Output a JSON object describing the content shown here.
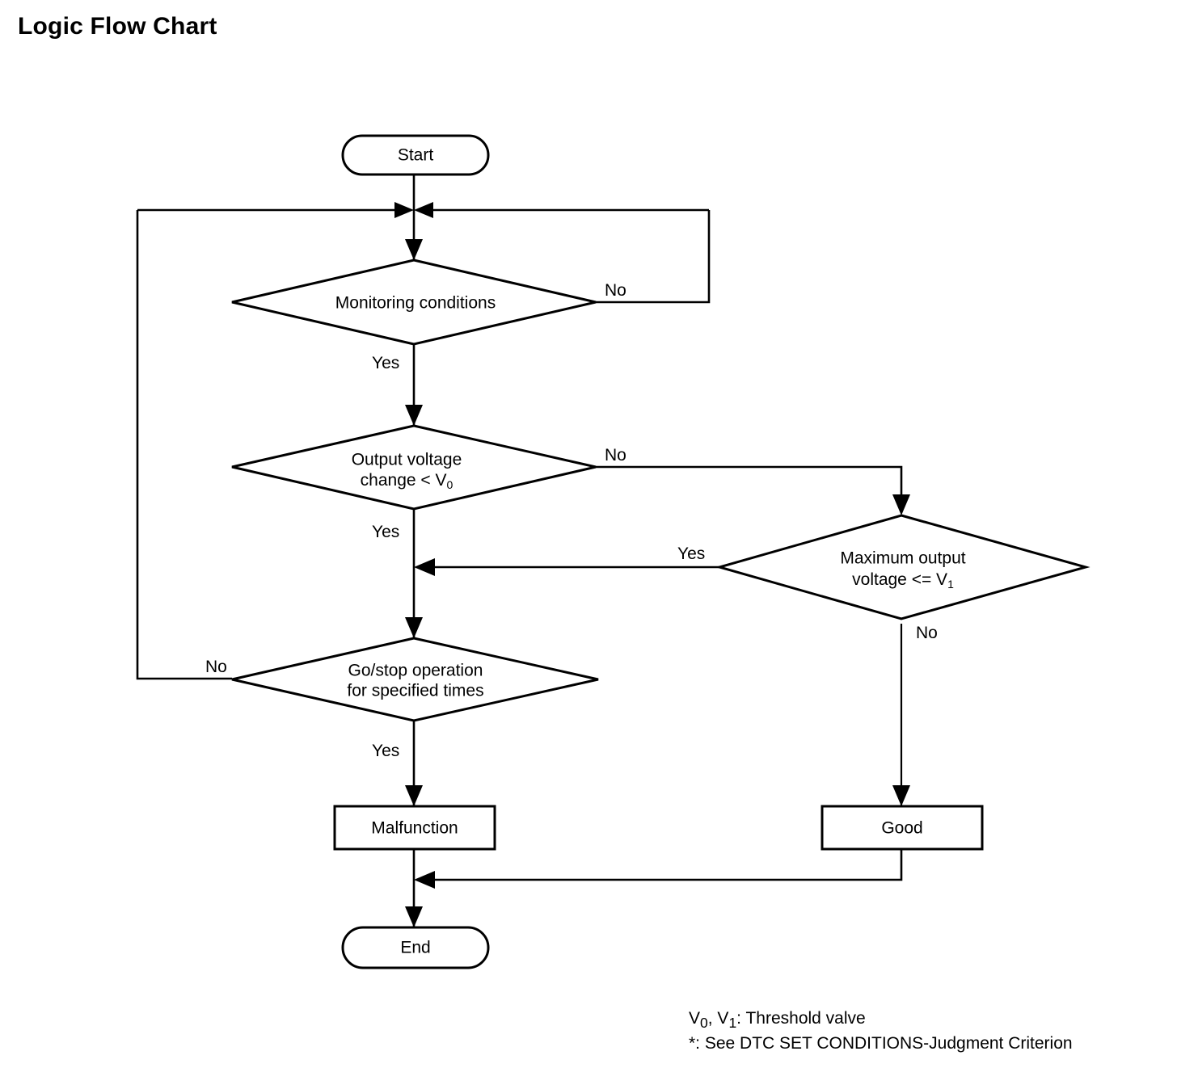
{
  "title": "Logic Flow Chart",
  "chart_data": {
    "type": "diagram",
    "diagram_kind": "flowchart",
    "title": "Logic Flow Chart",
    "orientation": "top-to-bottom",
    "nodes": [
      {
        "id": "start",
        "shape": "terminator",
        "label": "Start"
      },
      {
        "id": "monitor",
        "shape": "decision",
        "label": "Monitoring conditions"
      },
      {
        "id": "outvolt",
        "shape": "decision",
        "label_line1": "Output voltage",
        "label_line2_pre": "change < V",
        "label_line2_sub": "0"
      },
      {
        "id": "maxvolt",
        "shape": "decision",
        "label_line1": "Maximum output",
        "label_line2_pre": "voltage <= V",
        "label_line2_sub": "1"
      },
      {
        "id": "gostop",
        "shape": "decision",
        "label_line1": "Go/stop operation",
        "label_line2": "for specified times"
      },
      {
        "id": "malfunc",
        "shape": "process",
        "label": "Malfunction"
      },
      {
        "id": "good",
        "shape": "process",
        "label": "Good"
      },
      {
        "id": "end",
        "shape": "terminator",
        "label": "End"
      }
    ],
    "edges": [
      {
        "from": "start",
        "to": "monitor",
        "label": ""
      },
      {
        "from": "monitor",
        "to": "outvolt",
        "label": "Yes"
      },
      {
        "from": "monitor",
        "to": "merge",
        "label": "No"
      },
      {
        "from": "outvolt",
        "to": "gostop",
        "label": "Yes"
      },
      {
        "from": "outvolt",
        "to": "maxvolt",
        "label": "No"
      },
      {
        "from": "maxvolt",
        "to": "gostop",
        "label": "Yes"
      },
      {
        "from": "maxvolt",
        "to": "good",
        "label": "No"
      },
      {
        "from": "gostop",
        "to": "malfunc",
        "label": "Yes"
      },
      {
        "from": "gostop",
        "to": "merge",
        "label": "No"
      },
      {
        "from": "malfunc",
        "to": "end",
        "label": ""
      },
      {
        "from": "good",
        "to": "end",
        "label": ""
      }
    ]
  },
  "nodes": {
    "start": {
      "label": "Start"
    },
    "monitor": {
      "label": "Monitoring conditions"
    },
    "outvolt": {
      "line1": "Output voltage",
      "line2_pre": "change < V",
      "line2_sub": "0"
    },
    "maxvolt": {
      "line1": "Maximum output",
      "line2_pre": "voltage <= V",
      "line2_sub": "1"
    },
    "gostop": {
      "line1": "Go/stop operation",
      "line2": "for specified times"
    },
    "malfunc": {
      "label": "Malfunction"
    },
    "good": {
      "label": "Good"
    },
    "end": {
      "label": "End"
    }
  },
  "branch_labels": {
    "monitor_no": "No",
    "monitor_yes": "Yes",
    "outvolt_no": "No",
    "outvolt_yes": "Yes",
    "maxvolt_yes": "Yes",
    "maxvolt_no": "No",
    "gostop_no": "No",
    "gostop_yes": "Yes"
  },
  "footnotes": {
    "line1_pre": "V",
    "line1_sub1": "0",
    "line1_mid": ", V",
    "line1_sub2": "1",
    "line1_post": ": Threshold valve",
    "line2": "*: See DTC SET CONDITIONS-Judgment Criterion"
  },
  "colors": {
    "background": "#ffffff",
    "ink": "#000000",
    "node_fill": "#ffffff"
  }
}
